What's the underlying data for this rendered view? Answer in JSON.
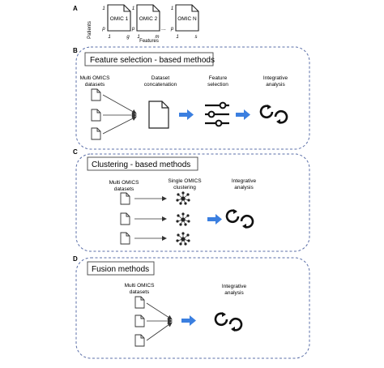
{
  "panel_a": {
    "letter": "A",
    "axis_patients": "Patients",
    "axis_features": "Features",
    "ellipsis": "...",
    "omics": [
      {
        "name": "OMIC 1",
        "row_top": "1",
        "row_bottom": "p",
        "col_left": "1",
        "col_right": "g"
      },
      {
        "name": "OMIC 2",
        "row_top": "1",
        "row_bottom": "p",
        "col_left": "1",
        "col_right": "m"
      },
      {
        "name": "OMIC N",
        "row_top": "1",
        "row_bottom": "p",
        "col_left": "1",
        "col_right": "s"
      }
    ]
  },
  "panel_b": {
    "letter": "B",
    "title": "Feature selection - based methods",
    "multi_line1": "Multi OMICS",
    "multi_line2": "datasets",
    "concat_line1": "Dataset",
    "concat_line2": "concatenation",
    "fs_line1": "Feature",
    "fs_line2": "selection",
    "int_line1": "Integrative",
    "int_line2": "analysis"
  },
  "panel_c": {
    "letter": "C",
    "title": "Clustering - based methods",
    "multi_line1": "Multi OMICS",
    "multi_line2": "datasets",
    "clust_line1": "Single OMICS",
    "clust_line2": "clustering",
    "int_line1": "Integrative",
    "int_line2": "analysis"
  },
  "panel_d": {
    "letter": "D",
    "title": "Fusion methods",
    "multi_line1": "Multi OMICS",
    "multi_line2": "datasets",
    "int_line1": "Integrative",
    "int_line2": "analysis"
  },
  "colors": {
    "dashed_border": "#5b6fa8",
    "blue_arrow": "#3b7fe0",
    "title_box_border": "#444444",
    "doc_stroke": "#333333"
  },
  "icons": [
    "document-icon",
    "arrow-icon",
    "sliders-icon",
    "cycle-icon",
    "network-icon"
  ]
}
